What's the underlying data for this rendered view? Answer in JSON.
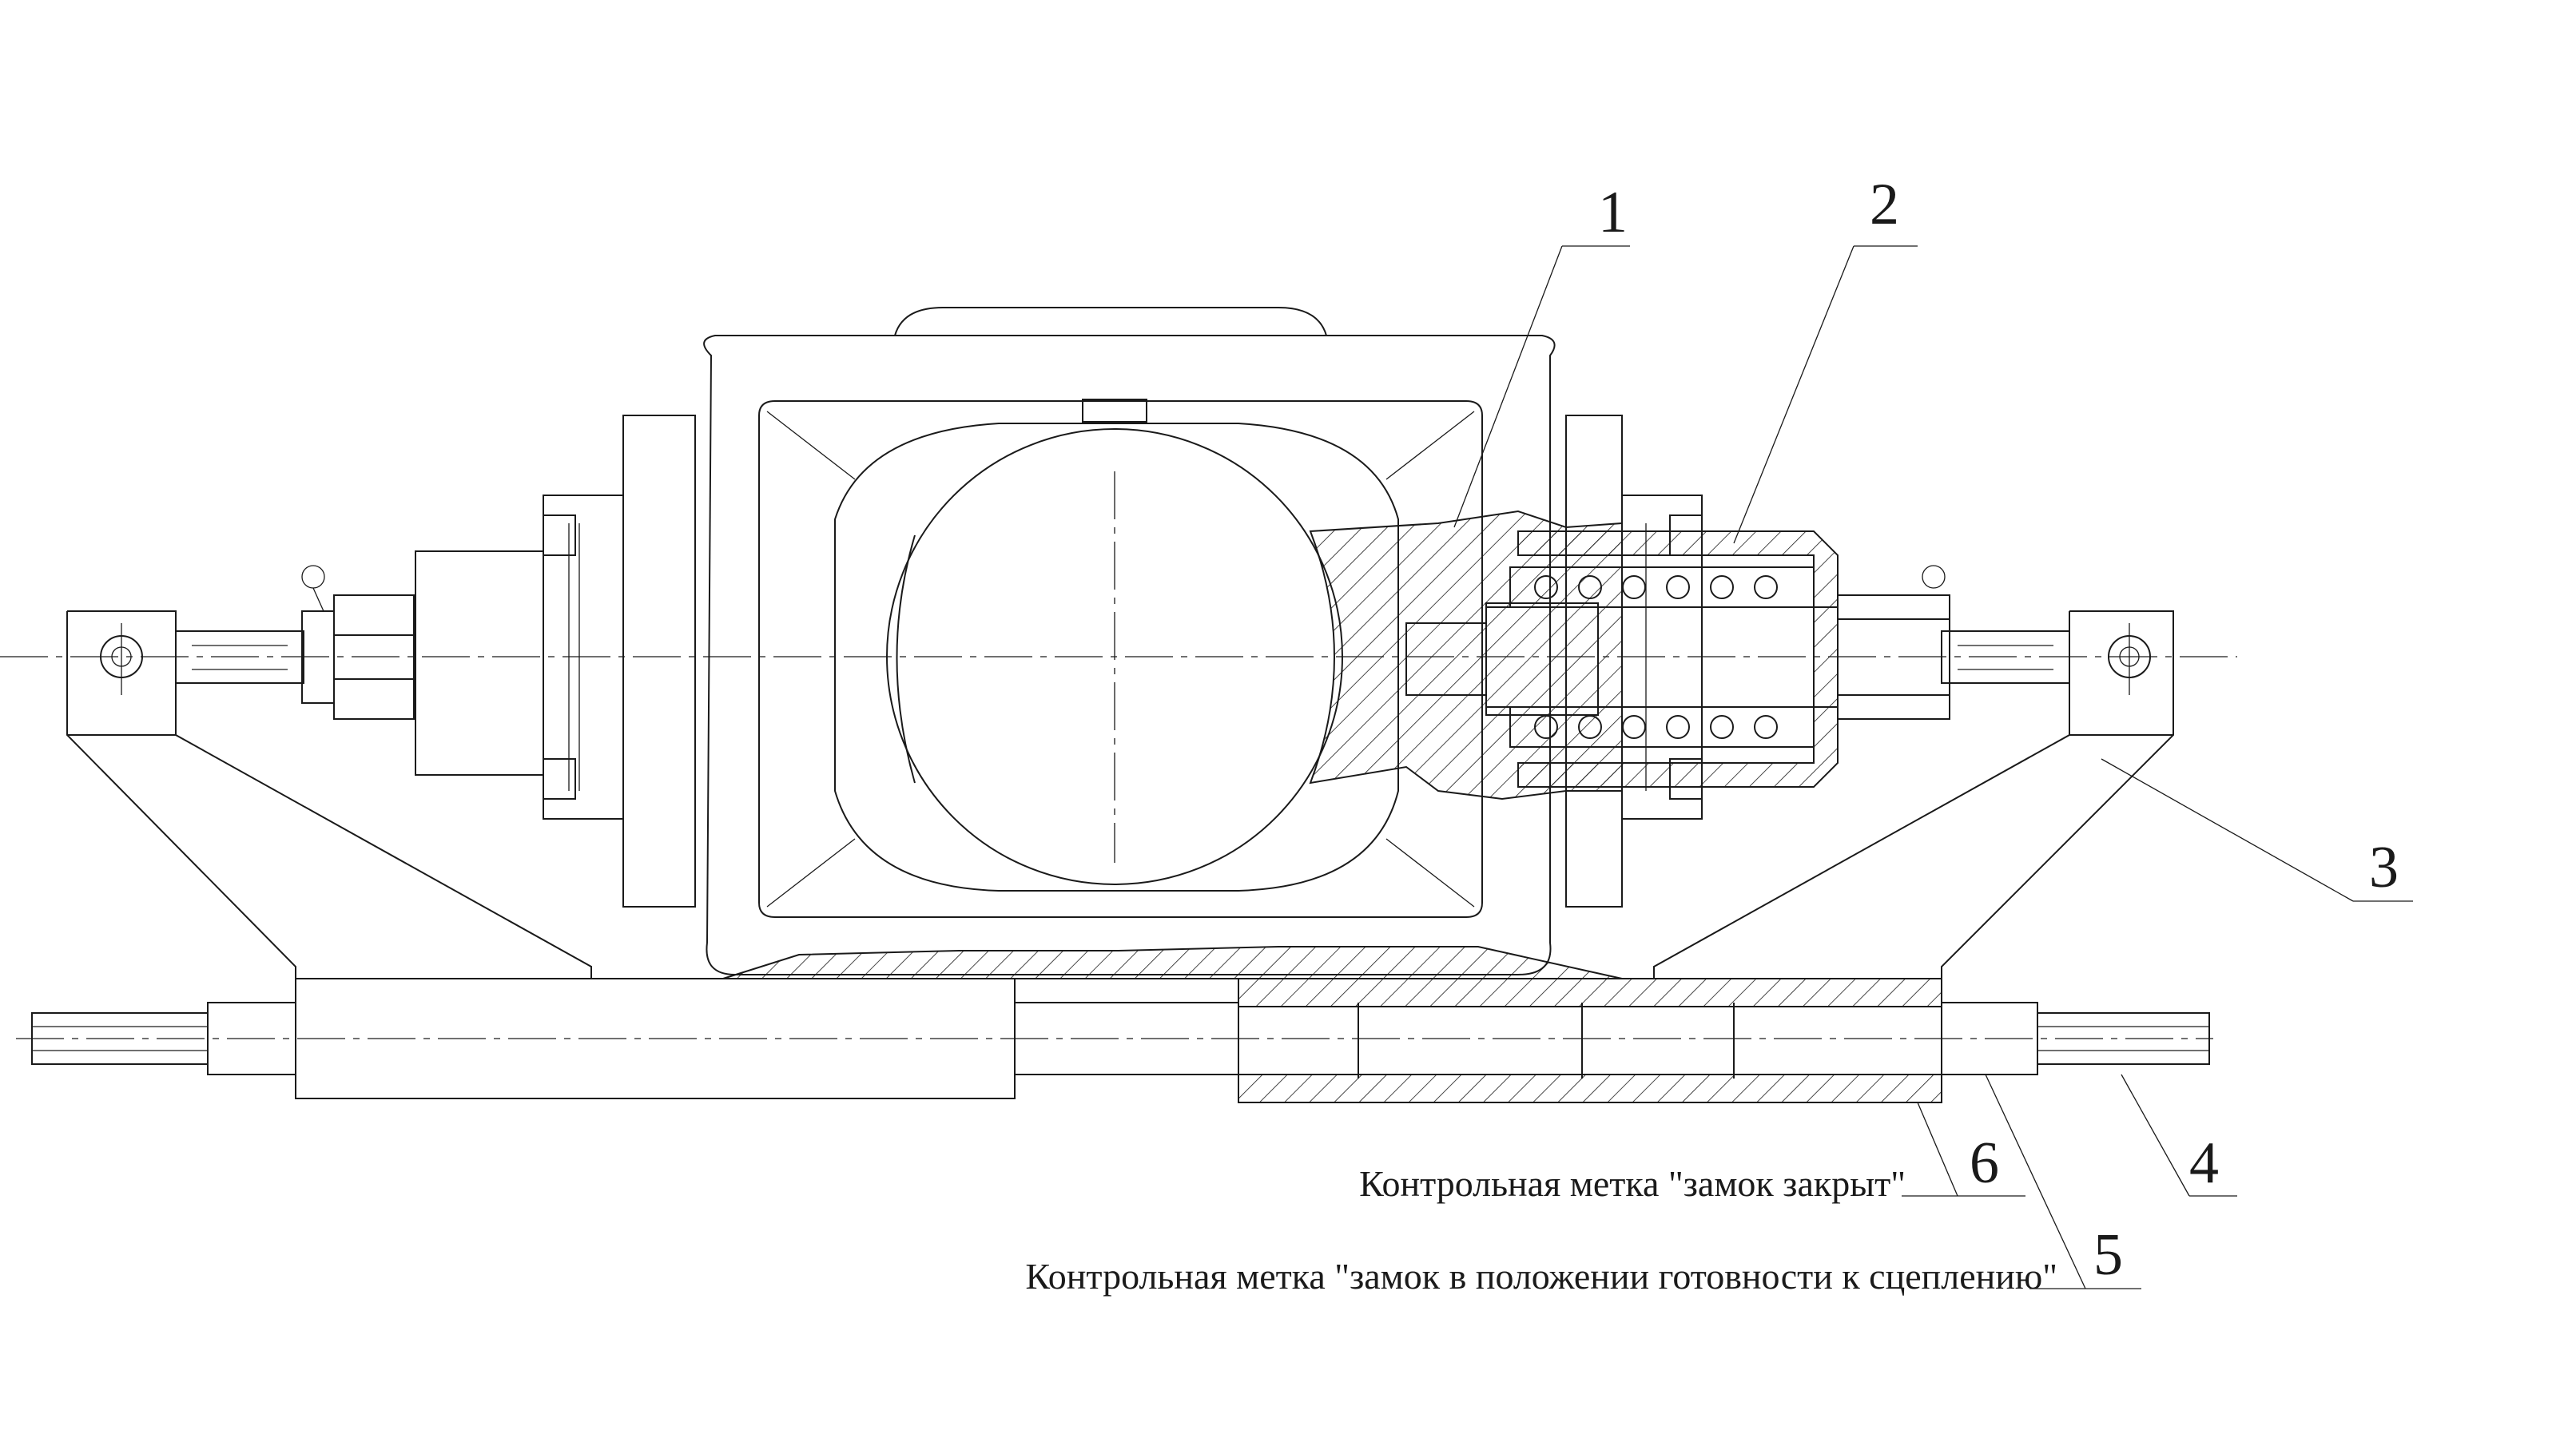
{
  "callouts": [
    {
      "id": "1",
      "label": "1"
    },
    {
      "id": "2",
      "label": "2"
    },
    {
      "id": "3",
      "label": "3"
    },
    {
      "id": "4",
      "label": "4"
    },
    {
      "id": "5",
      "label": "5"
    },
    {
      "id": "6",
      "label": "6"
    }
  ],
  "notes": {
    "closed": "Контрольная метка \"замок закрыт\"",
    "ready": "Контрольная метка \"замок в положении готовности к сцеплению\""
  }
}
